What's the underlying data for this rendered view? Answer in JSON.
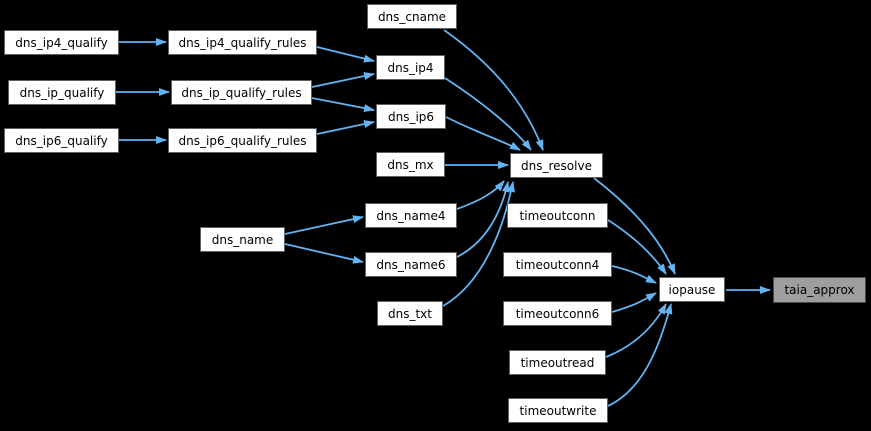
{
  "diagram": {
    "type": "call-graph",
    "direction": "left-to-right",
    "colors": {
      "background": "#000000",
      "node_fill": "#ffffff",
      "node_border": "#606060",
      "node_text": "#000000",
      "highlight_fill": "#9e9e9e",
      "edge": "#63b3f2"
    },
    "highlighted_node": "taia_approx",
    "nodes": {
      "dns_ip4_qualify": {
        "label": "dns_ip4_qualify"
      },
      "dns_ip_qualify": {
        "label": "dns_ip_qualify"
      },
      "dns_ip6_qualify": {
        "label": "dns_ip6_qualify"
      },
      "dns_ip4_qualify_rules": {
        "label": "dns_ip4_qualify_rules"
      },
      "dns_ip_qualify_rules": {
        "label": "dns_ip_qualify_rules"
      },
      "dns_ip6_qualify_rules": {
        "label": "dns_ip6_qualify_rules"
      },
      "dns_cname": {
        "label": "dns_cname"
      },
      "dns_ip4": {
        "label": "dns_ip4"
      },
      "dns_ip6": {
        "label": "dns_ip6"
      },
      "dns_mx": {
        "label": "dns_mx"
      },
      "dns_name": {
        "label": "dns_name"
      },
      "dns_name4": {
        "label": "dns_name4"
      },
      "dns_name6": {
        "label": "dns_name6"
      },
      "dns_txt": {
        "label": "dns_txt"
      },
      "dns_resolve": {
        "label": "dns_resolve"
      },
      "timeoutconn": {
        "label": "timeoutconn"
      },
      "timeoutconn4": {
        "label": "timeoutconn4"
      },
      "timeoutconn6": {
        "label": "timeoutconn6"
      },
      "timeoutread": {
        "label": "timeoutread"
      },
      "timeoutwrite": {
        "label": "timeoutwrite"
      },
      "iopause": {
        "label": "iopause"
      },
      "taia_approx": {
        "label": "taia_approx",
        "highlighted": true
      }
    },
    "edges": [
      {
        "from": "dns_ip4_qualify",
        "to": "dns_ip4_qualify_rules"
      },
      {
        "from": "dns_ip_qualify",
        "to": "dns_ip_qualify_rules"
      },
      {
        "from": "dns_ip6_qualify",
        "to": "dns_ip6_qualify_rules"
      },
      {
        "from": "dns_ip4_qualify_rules",
        "to": "dns_ip4"
      },
      {
        "from": "dns_ip_qualify_rules",
        "to": "dns_ip4"
      },
      {
        "from": "dns_ip_qualify_rules",
        "to": "dns_ip6"
      },
      {
        "from": "dns_ip6_qualify_rules",
        "to": "dns_ip6"
      },
      {
        "from": "dns_cname",
        "to": "dns_resolve"
      },
      {
        "from": "dns_ip4",
        "to": "dns_resolve"
      },
      {
        "from": "dns_ip6",
        "to": "dns_resolve"
      },
      {
        "from": "dns_mx",
        "to": "dns_resolve"
      },
      {
        "from": "dns_name",
        "to": "dns_name4"
      },
      {
        "from": "dns_name",
        "to": "dns_name6"
      },
      {
        "from": "dns_name4",
        "to": "dns_resolve"
      },
      {
        "from": "dns_name6",
        "to": "dns_resolve"
      },
      {
        "from": "dns_txt",
        "to": "dns_resolve"
      },
      {
        "from": "dns_resolve",
        "to": "iopause"
      },
      {
        "from": "timeoutconn",
        "to": "iopause"
      },
      {
        "from": "timeoutconn4",
        "to": "iopause"
      },
      {
        "from": "timeoutconn6",
        "to": "iopause"
      },
      {
        "from": "timeoutread",
        "to": "iopause"
      },
      {
        "from": "timeoutwrite",
        "to": "iopause"
      },
      {
        "from": "iopause",
        "to": "taia_approx"
      }
    ]
  }
}
